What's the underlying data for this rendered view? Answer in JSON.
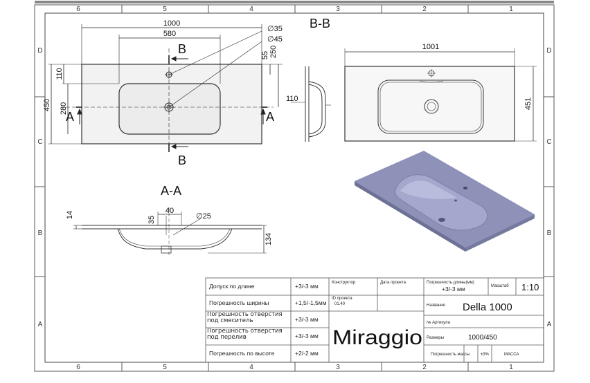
{
  "grid": {
    "columns": [
      "6",
      "5",
      "4",
      "3",
      "2",
      "1"
    ],
    "rows": [
      "D",
      "C",
      "B",
      "A"
    ]
  },
  "views": {
    "top": {
      "width_total": "1000",
      "width_tap": "580",
      "hole_tap": "∅35",
      "hole_overflow": "∅45",
      "dim_55": "55",
      "dim_250": "250",
      "dim_110": "110",
      "dim_280": "280",
      "dim_450": "450",
      "section_b": "B",
      "section_a": "A"
    },
    "bb": {
      "title": "B-B",
      "dim_110": "110"
    },
    "right": {
      "width": "1001",
      "height": "451"
    },
    "aa": {
      "title": "A-A",
      "dim_40": "40",
      "dim_35": "35",
      "hole": "∅25",
      "dim_14": "14",
      "dim_134": "134"
    }
  },
  "title_block": {
    "tolerances": [
      {
        "label": "Допуск по длине",
        "value": "+3/-3 мм"
      },
      {
        "label": "Погрешность ширины",
        "value": "+1,5/-1,5мм"
      },
      {
        "label": "Погрешность отверстия под смеситель",
        "value": "+3/-3 мм"
      },
      {
        "label": "Погрешность отверстия под перелив",
        "value": "+3/-3 мм"
      },
      {
        "label": "Погрешность по высоте",
        "value": "+2/-2 мм"
      }
    ],
    "designer_label": "Конструктор",
    "date_label": "Дата проекта",
    "project_id_label": "ID проекта",
    "project_id_value": "01.40",
    "brand": "Miraggio",
    "length_tol_label": "Погрешность длины(мм)",
    "length_tol_value": "+3/-3 мм",
    "scale_label": "Масштаб",
    "scale_value": "1:10",
    "name_label": "Название",
    "name_value": "Della 1000",
    "article_label": "№ Артикула",
    "size_label": "Размеры",
    "size_value": "1000/450",
    "mass_tol_label": "Погрешность массы",
    "mass_tol_value": "±3%",
    "mass_label": "МАССА"
  },
  "colors": {
    "sink_render": "#8e91b8",
    "line": "#222222"
  }
}
